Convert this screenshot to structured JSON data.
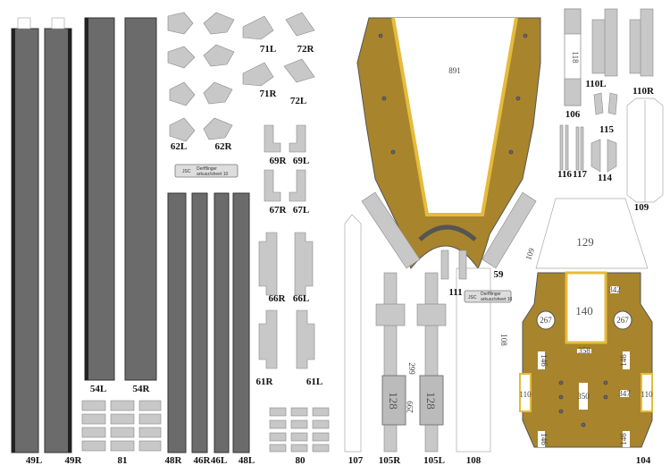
{
  "sheet": {
    "logo": {
      "mark": "JSC",
      "title": "Derfflinger",
      "subtitle": "arkusz/sheet 10"
    },
    "strips": [
      {
        "label": "49L"
      },
      {
        "label": "49R"
      },
      {
        "label": "54L"
      },
      {
        "label": "54R"
      },
      {
        "label": "48R"
      },
      {
        "label": "46R"
      },
      {
        "label": "46L"
      },
      {
        "label": "48L"
      }
    ],
    "small_parts": [
      {
        "label": "81"
      },
      {
        "label": "80"
      },
      {
        "label": "62L"
      },
      {
        "label": "62R"
      },
      {
        "label": "71L"
      },
      {
        "label": "72R"
      },
      {
        "label": "71R"
      },
      {
        "label": "72L"
      },
      {
        "label": "69R"
      },
      {
        "label": "69L"
      },
      {
        "label": "67R"
      },
      {
        "label": "67L"
      },
      {
        "label": "66R"
      },
      {
        "label": "66L"
      },
      {
        "label": "61R"
      },
      {
        "label": "61L"
      }
    ],
    "right_parts": [
      {
        "label": "107"
      },
      {
        "label": "105R"
      },
      {
        "label": "105L"
      },
      {
        "label": "108"
      },
      {
        "label": "104"
      },
      {
        "label": "59"
      },
      {
        "label": "111"
      },
      {
        "label": "106"
      },
      {
        "label": "110L"
      },
      {
        "label": "110R"
      },
      {
        "label": "115"
      },
      {
        "label": "116"
      },
      {
        "label": "117"
      },
      {
        "label": "114"
      },
      {
        "label": "109"
      }
    ],
    "deck_marks": {
      "p59_center": "891",
      "p106_mark": "118",
      "p105_mark": "128",
      "p105_mid": "299",
      "p104_top": "129",
      "p104_center": "140",
      "p104_circle": "267",
      "p104_side": "146",
      "p104_end": "110",
      "p104_mid": "350",
      "p104_small": "347",
      "p104_small2": "342",
      "p104_strip": "358",
      "p108_mark": "108",
      "p109_mark": "109"
    }
  }
}
